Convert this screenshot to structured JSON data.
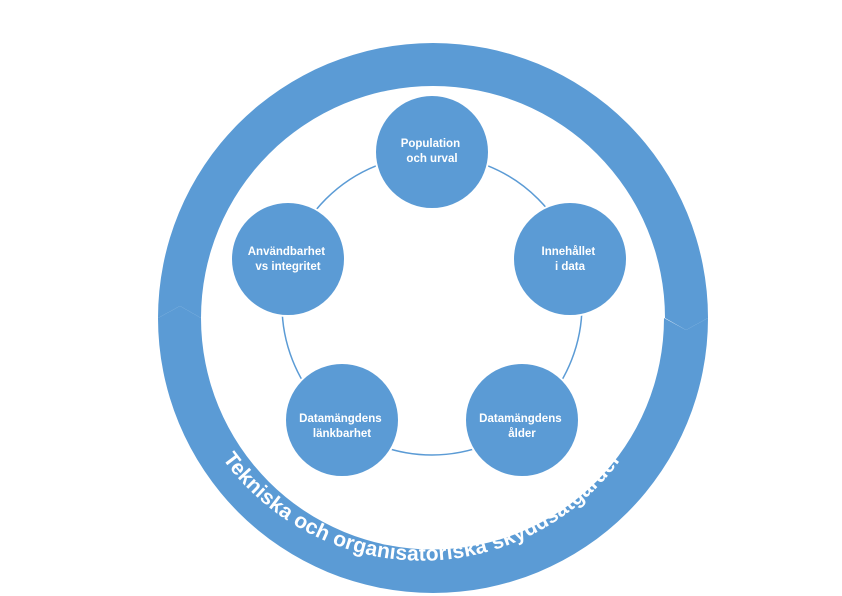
{
  "colors": {
    "primary": "#5b9bd5",
    "ring_line": "#5b9bd5",
    "text_on_shape": "#ffffff",
    "background": "#ffffff"
  },
  "outer_ring": {
    "top_label": "Tekniska och organisatoriska skyddsåtgärder",
    "bottom_label": "Tekniska och organisatoriska skyddsåtgärder"
  },
  "nodes": [
    {
      "line1": "Population",
      "line2": "och urval"
    },
    {
      "line1": "Innehållet",
      "line2": "i data"
    },
    {
      "line1": "Datamängdens",
      "line2": "ålder"
    },
    {
      "line1": "Datamängdens",
      "line2": "länkbarhet"
    },
    {
      "line1": "Användbarhet",
      "line2": "vs integritet"
    }
  ]
}
